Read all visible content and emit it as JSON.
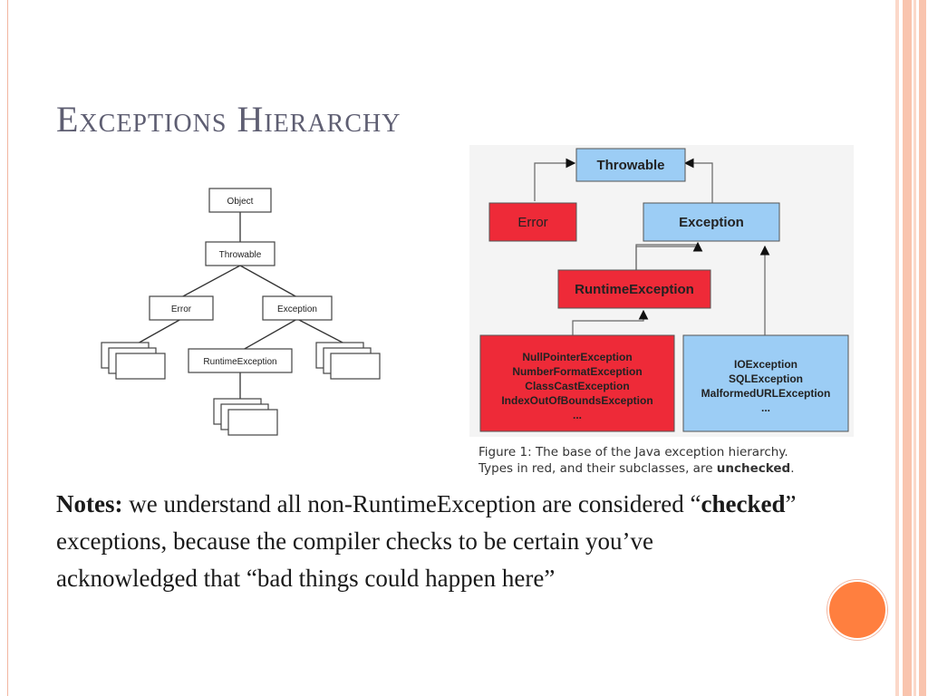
{
  "title": "Exceptions Hierarchy",
  "left_diagram": {
    "object": "Object",
    "throwable": "Throwable",
    "error": "Error",
    "exception": "Exception",
    "runtime": "RuntimeException"
  },
  "right_diagram": {
    "throwable": "Throwable",
    "error": "Error",
    "exception": "Exception",
    "runtime": "RuntimeException",
    "unchecked_list": [
      "NullPointerException",
      "NumberFormatException",
      "ClassCastException",
      "IndexOutOfBoundsException",
      "..."
    ],
    "checked_list": [
      "IOException",
      "SQLException",
      "MalformedURLException",
      "..."
    ],
    "colors": {
      "red": "#ee2a38",
      "blue": "#9ccdf5"
    }
  },
  "caption": {
    "line1": "Figure 1: The base of the Java exception hierarchy.",
    "line2_prefix": "Types in red, and their subclasses, are ",
    "line2_strong": "unchecked",
    "line2_suffix": "."
  },
  "notes": {
    "label": "Notes:",
    "part1": " we understand all non-RuntimeException are considered “",
    "strong": "checked",
    "part2": "” exceptions, because the compiler checks to be certain you’ve acknowledged that “bad things could happen here”"
  }
}
